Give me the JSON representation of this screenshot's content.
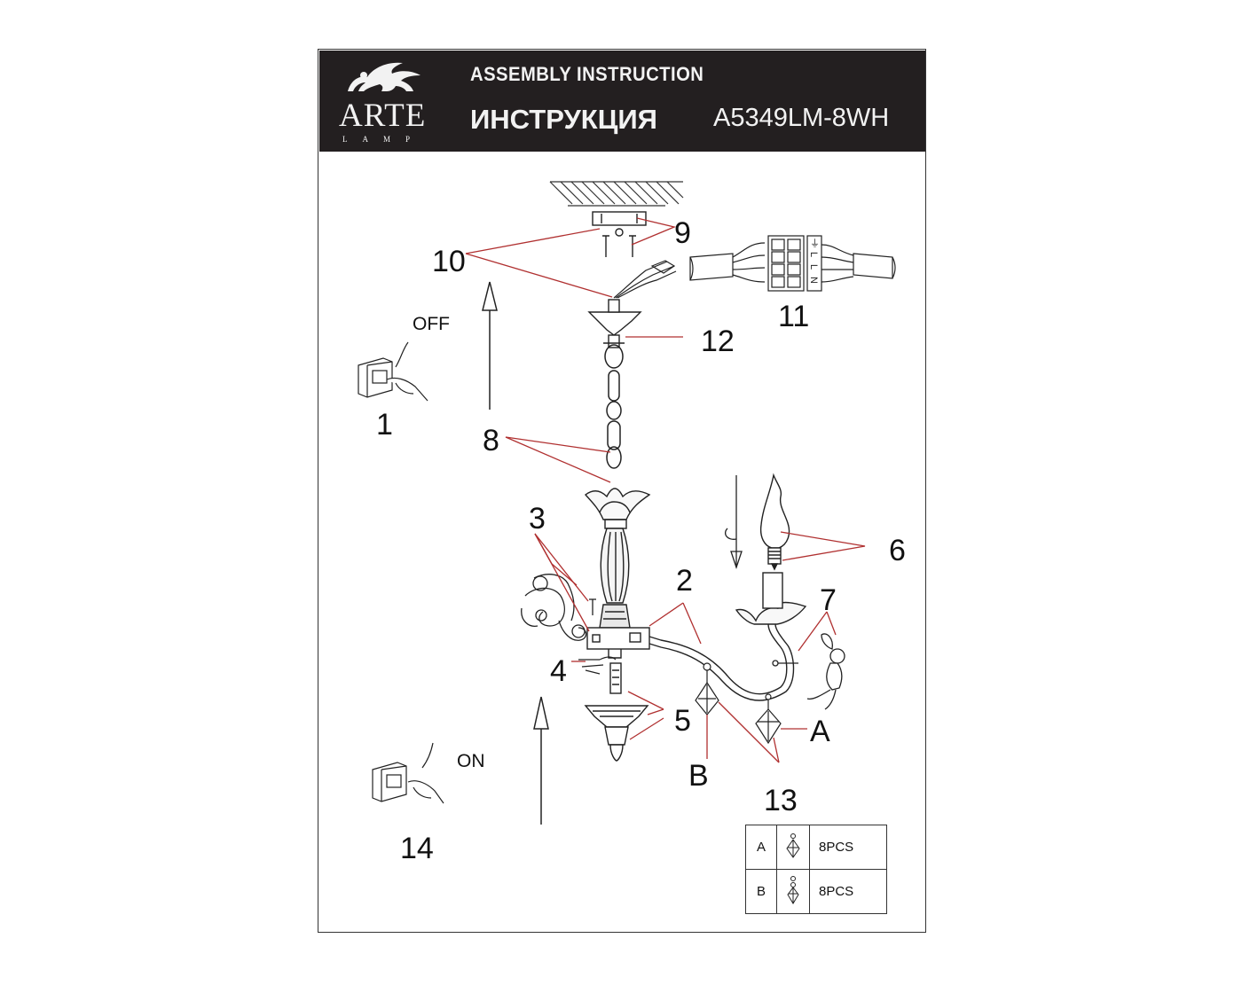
{
  "header": {
    "brand": "ARTE",
    "brand_sub": "LAMP",
    "title_en": "ASSEMBLY INSTRUCTION",
    "title_ru": "ИНСТРУКЦИЯ",
    "model": "A5349LM-8WH"
  },
  "labels": {
    "step1": "1",
    "step2": "2",
    "step3": "3",
    "step4": "4",
    "step5": "5",
    "step6": "6",
    "step7": "7",
    "step8": "8",
    "step9": "9",
    "step10": "10",
    "step11": "11",
    "step12": "12",
    "step13": "13",
    "step14": "14",
    "partA": "A",
    "partB": "B",
    "off": "OFF",
    "on": "ON"
  },
  "wiring": {
    "terminals": [
      "⏚",
      "L",
      "L",
      "N"
    ]
  },
  "parts_table": [
    {
      "id": "A",
      "qty": "8PCS",
      "icon": "crystal-pendant-a-icon"
    },
    {
      "id": "B",
      "qty": "8PCS",
      "icon": "crystal-pendant-b-icon"
    }
  ],
  "colors": {
    "header_bg": "#231f20",
    "leader_lines": "#b03030"
  }
}
